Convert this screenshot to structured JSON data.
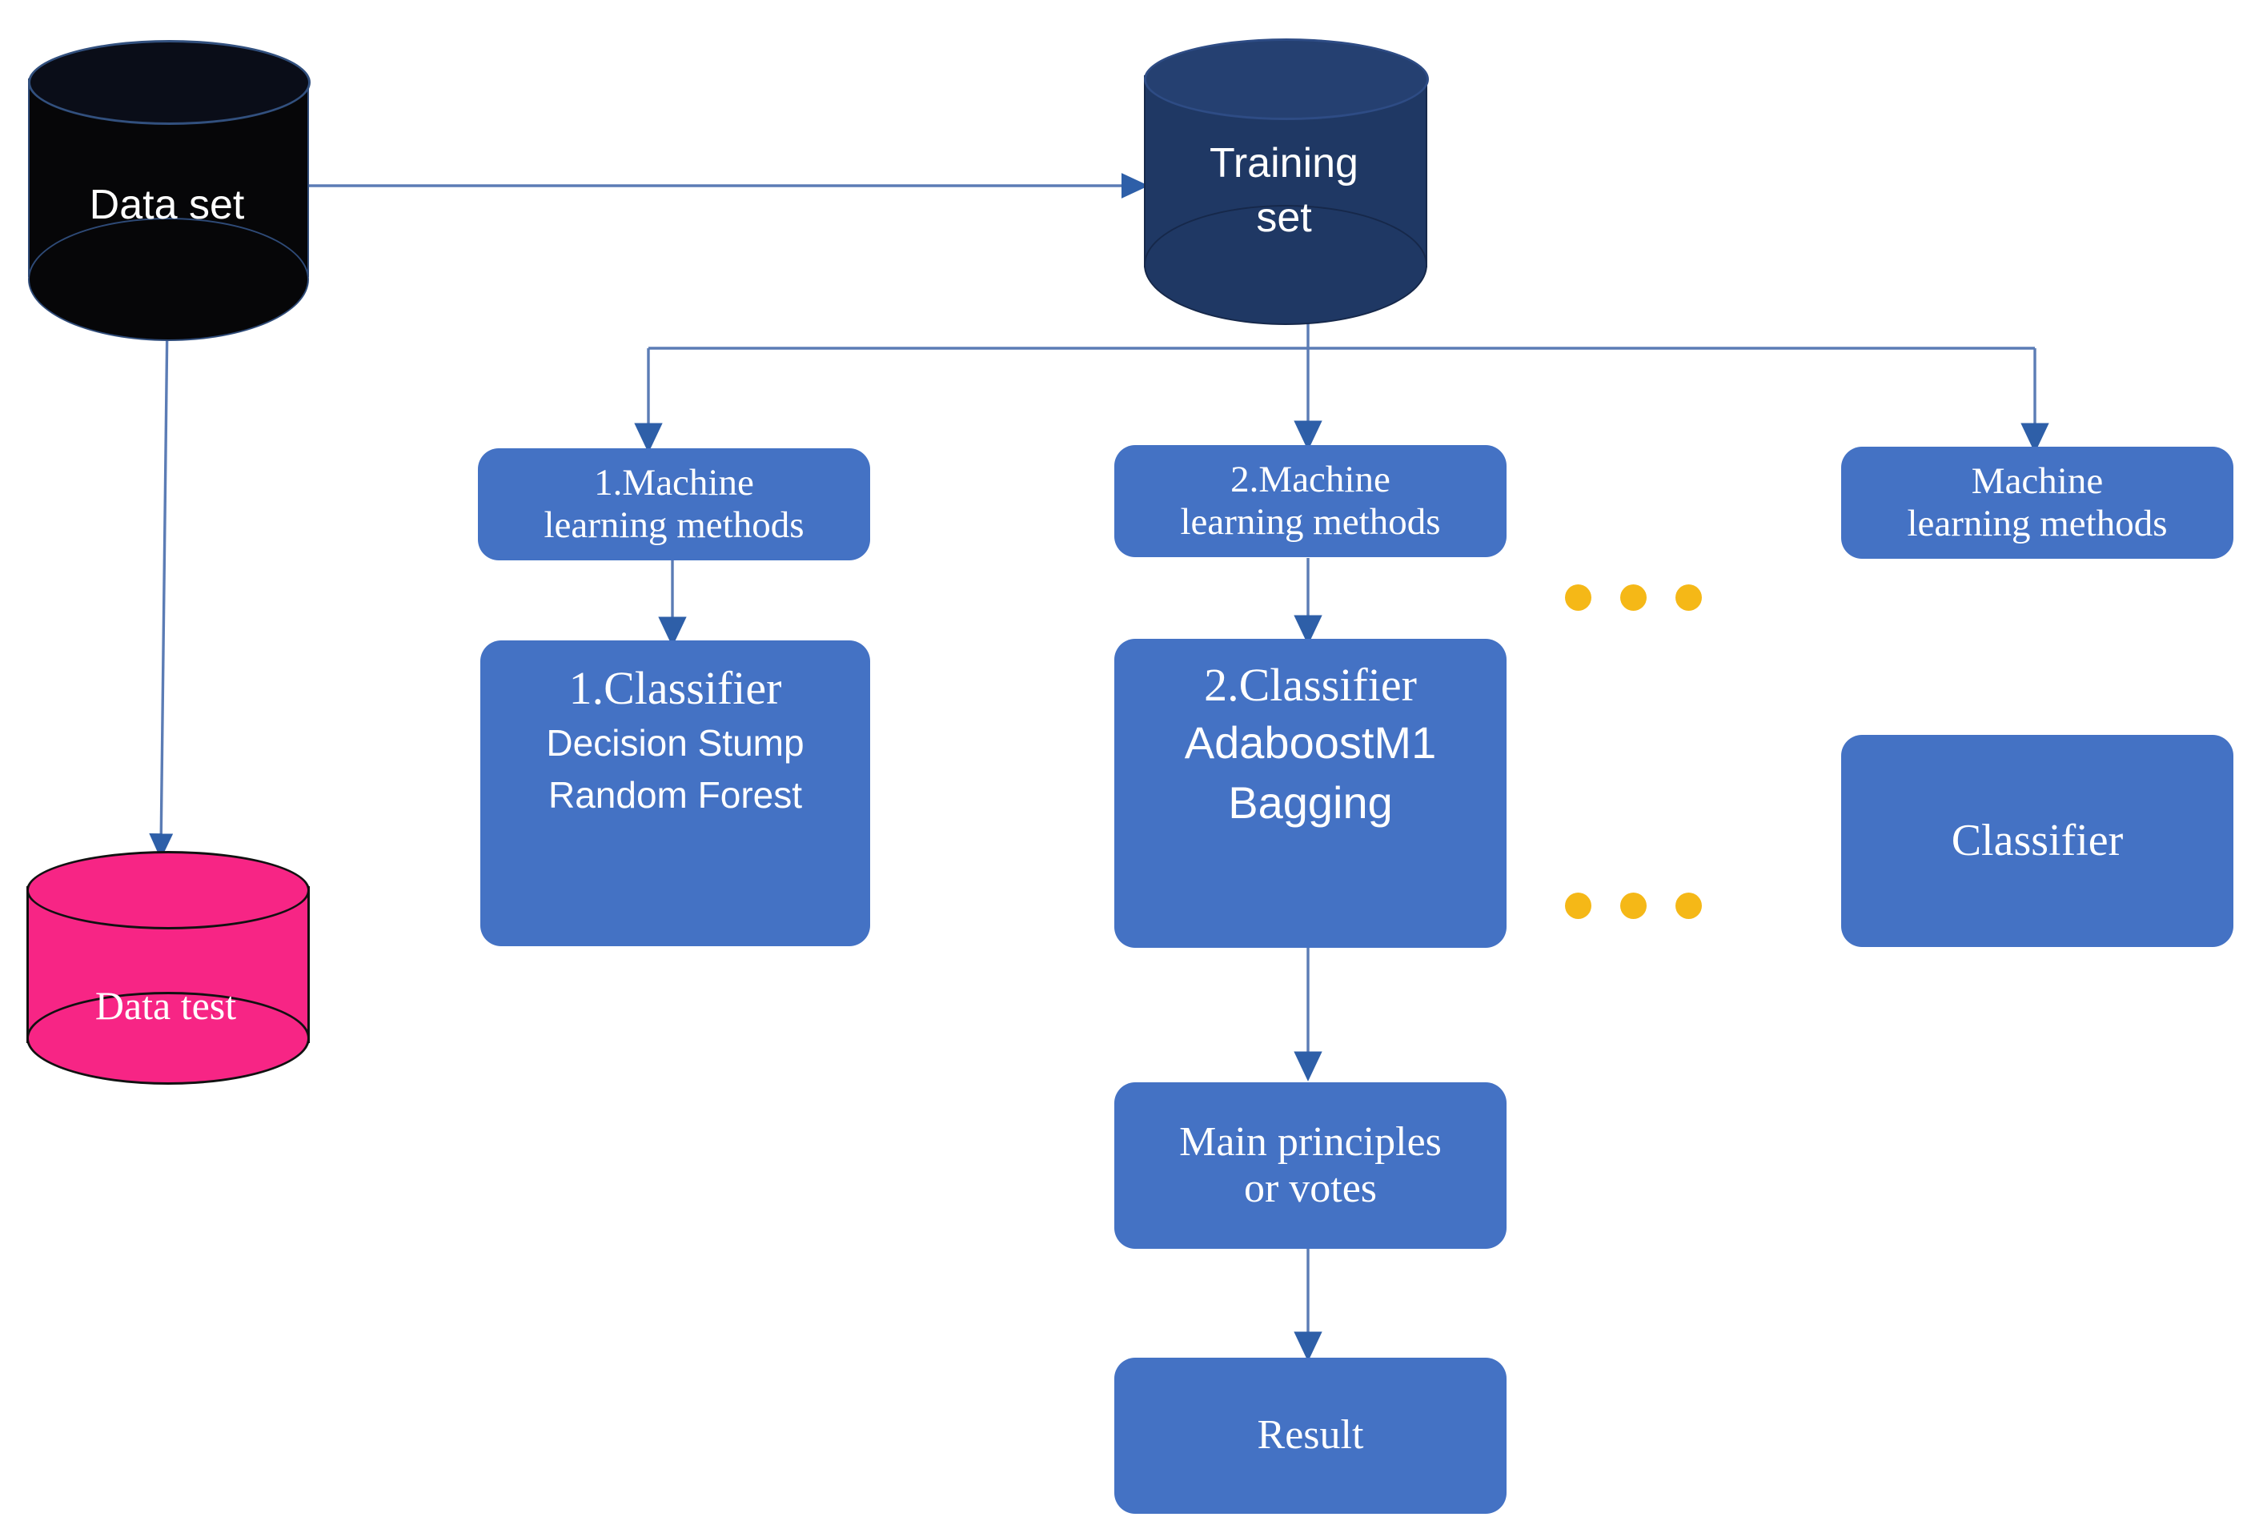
{
  "diagram": {
    "title": "Machine learning ensemble workflow diagram",
    "colors": {
      "dataset_fill": "#060608",
      "dataset_stroke": "#2E4A77",
      "training_fill": "#1F3864",
      "training_stroke": "#16284A",
      "datatest_fill": "#F72585",
      "datatest_stroke": "#111111",
      "box_fill": "#4472C4",
      "dot_fill": "#F5B817",
      "connector": "#5B7CB5",
      "text_light": "#FFFFFF"
    },
    "nodes": {
      "dataset": {
        "label": "Data set",
        "shape": "cylinder"
      },
      "training_set": {
        "line1": "Training",
        "line2": "set",
        "shape": "cylinder"
      },
      "data_test": {
        "label": "Data test",
        "shape": "cylinder"
      },
      "ml_method_1": {
        "line1": "1.Machine",
        "line2": "learning methods"
      },
      "ml_method_2": {
        "line1": "2.Machine",
        "line2": "learning methods"
      },
      "ml_method_n": {
        "line1": "Machine",
        "line2": "learning methods"
      },
      "classifier_1": {
        "title": "1.Classifier",
        "items": [
          "Decision Stump",
          "Random Forest"
        ]
      },
      "classifier_2": {
        "title": "2.Classifier",
        "items": [
          "AdaboostM1",
          "Bagging"
        ]
      },
      "classifier_n": {
        "title": "Classifier",
        "items": []
      },
      "main_principles": {
        "line1": "Main principles",
        "line2": "or votes"
      },
      "result": {
        "label": "Result"
      }
    },
    "ellipsis": {
      "methods_row_label": "...",
      "classifier_row_label": "...",
      "dot_count": 3
    }
  }
}
